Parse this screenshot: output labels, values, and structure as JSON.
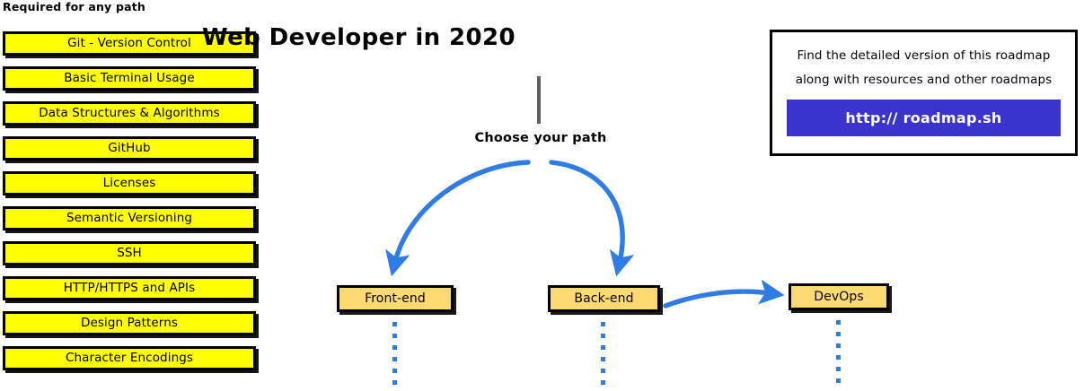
{
  "sidebar": {
    "heading": "Required for any path",
    "items": [
      {
        "label": "Git - Version Control"
      },
      {
        "label": "Basic Terminal Usage"
      },
      {
        "label": "Data Structures & Algorithms"
      },
      {
        "label": "GitHub"
      },
      {
        "label": "Licenses"
      },
      {
        "label": "Semantic Versioning"
      },
      {
        "label": "SSH"
      },
      {
        "label": "HTTP/HTTPS and APIs"
      },
      {
        "label": "Design Patterns"
      },
      {
        "label": "Character Encodings"
      }
    ]
  },
  "diagram": {
    "title": "Web Developer in 2020",
    "choose_path_label": "Choose your path",
    "nodes": [
      {
        "id": "frontend",
        "label": "Front-end"
      },
      {
        "id": "backend",
        "label": "Back-end"
      },
      {
        "id": "devops",
        "label": "DevOps"
      }
    ]
  },
  "info_card": {
    "line1": "Find the detailed version of this roadmap",
    "line2": "along with resources and other roadmaps",
    "cta_label": "http:// roadmap.sh"
  },
  "colors": {
    "required_box_fill": "#ffff00",
    "path_node_fill": "#fcd971",
    "arrow_blue": "#2f7ce6",
    "cta_blue": "#3b33cd",
    "stem_gray": "#616161",
    "outline_black": "#000000",
    "background": "#ffffff"
  }
}
